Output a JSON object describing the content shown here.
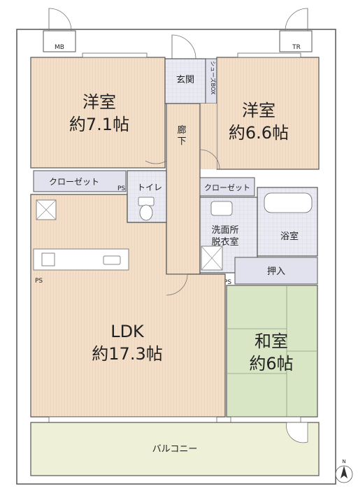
{
  "rooms": {
    "western1": {
      "name": "洋室",
      "size": "約7.1帖"
    },
    "western2": {
      "name": "洋室",
      "size": "約6.6帖"
    },
    "ldk": {
      "name": "LDK",
      "size": "約17.3帖"
    },
    "japanese": {
      "name": "和室",
      "size": "約6帖"
    },
    "entrance": "玄関",
    "hallway": "廊下",
    "closet1": "クローゼット",
    "closet2": "クローゼット",
    "toilet": "トイレ",
    "washroom_line1": "洗面所",
    "washroom_line2": "脱衣室",
    "bathroom": "浴室",
    "storage": "押入",
    "balcony": "バルコニー",
    "shoes_box": "シューズBOX"
  },
  "markers": {
    "mb": "MB",
    "tr": "TR",
    "ps": "PS",
    "north": "N"
  },
  "colors": {
    "wood_floor": "#f2dcc4",
    "tatami": "#d9e6c6",
    "tile": "#e6e6ef",
    "balcony": "#eef0d8",
    "wall": "#555555",
    "closet": "#e2e2ee"
  }
}
